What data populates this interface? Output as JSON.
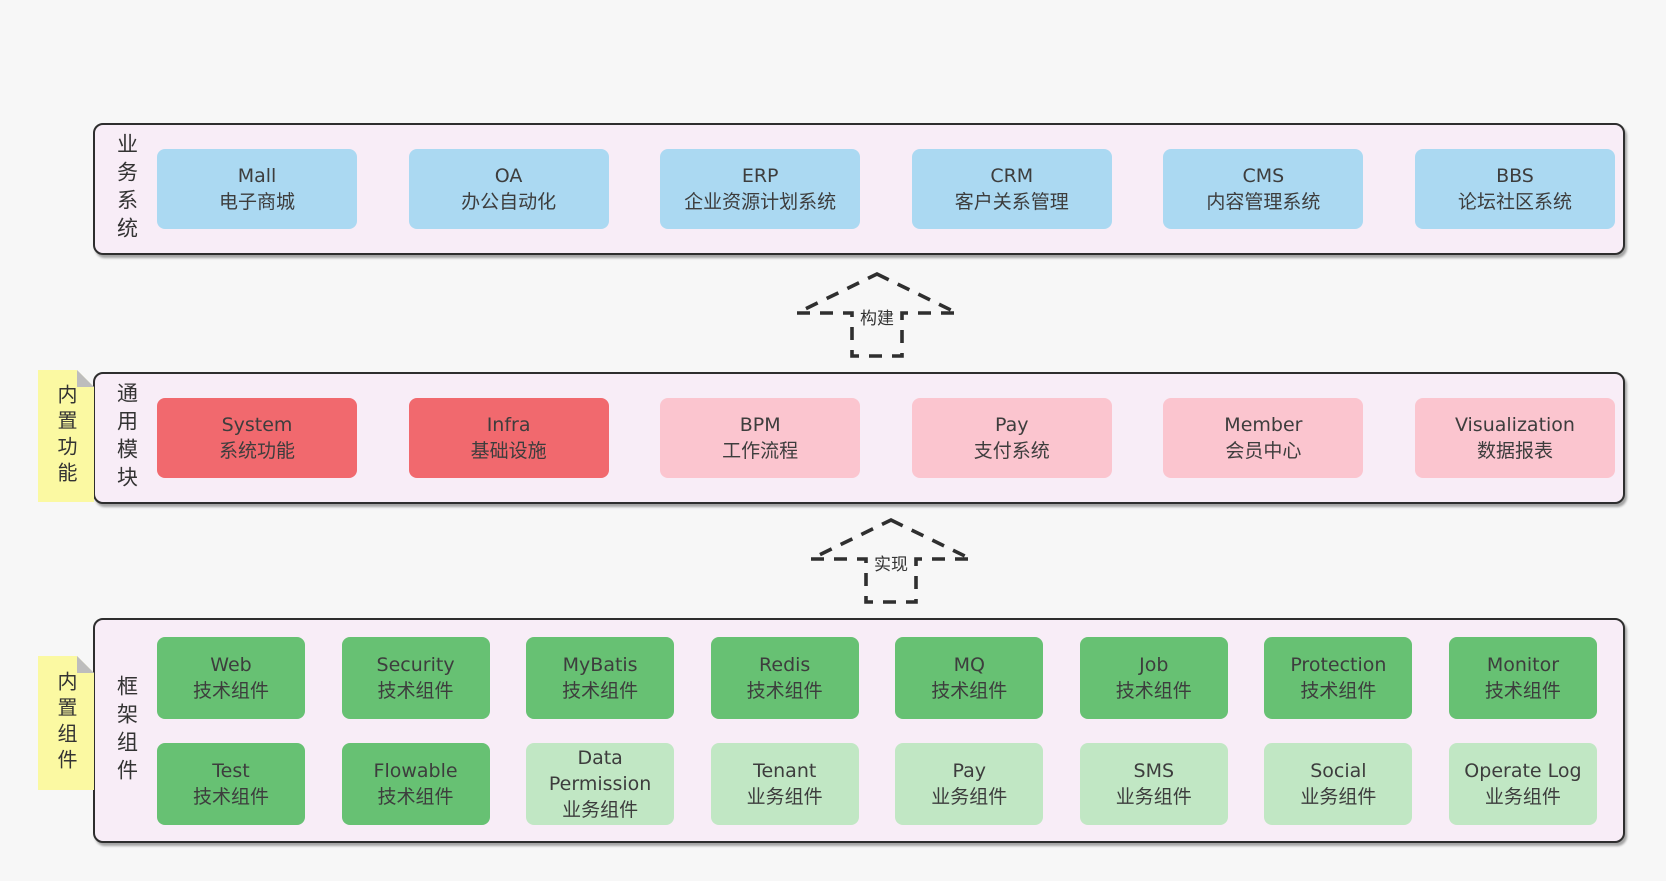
{
  "colors": {
    "page-bg": "#f7f7f7",
    "panel-bg": "#f8edf7",
    "panel-border": "#2e2e2e",
    "box-blue": "#abd9f2",
    "box-red": "#f1696e",
    "box-pink": "#fbc5cf",
    "box-green": "#67c173",
    "box-lgreen": "#c1e7c4",
    "sticky-bg": "#fbf9a2",
    "sticky-fold": "#bdbdbd",
    "ink": "#3d3d3d"
  },
  "arrows": [
    {
      "label": "构建"
    },
    {
      "label": "实现"
    }
  ],
  "sections": [
    {
      "label": "业务系统",
      "boxes": [
        {
          "name": "Mall",
          "subtitle": "电子商城"
        },
        {
          "name": "OA",
          "subtitle": "办公自动化"
        },
        {
          "name": "ERP",
          "subtitle": "企业资源计划系统"
        },
        {
          "name": "CRM",
          "subtitle": "客户关系管理"
        },
        {
          "name": "CMS",
          "subtitle": "内容管理系统"
        },
        {
          "name": "BBS",
          "subtitle": "论坛社区系统"
        }
      ]
    },
    {
      "label": "通用模块",
      "sticky": "内置功能",
      "boxes": [
        {
          "name": "System",
          "subtitle": "系统功能"
        },
        {
          "name": "Infra",
          "subtitle": "基础设施"
        },
        {
          "name": "BPM",
          "subtitle": "工作流程"
        },
        {
          "name": "Pay",
          "subtitle": "支付系统"
        },
        {
          "name": "Member",
          "subtitle": "会员中心"
        },
        {
          "name": "Visualization",
          "subtitle": "数据报表"
        }
      ]
    },
    {
      "label": "框架组件",
      "sticky": "内置组件",
      "rows": [
        [
          {
            "name": "Web",
            "subtitle": "技术组件"
          },
          {
            "name": "Security",
            "subtitle": "技术组件"
          },
          {
            "name": "MyBatis",
            "subtitle": "技术组件"
          },
          {
            "name": "Redis",
            "subtitle": "技术组件"
          },
          {
            "name": "MQ",
            "subtitle": "技术组件"
          },
          {
            "name": "Job",
            "subtitle": "技术组件"
          },
          {
            "name": "Protection",
            "subtitle": "技术组件"
          },
          {
            "name": "Monitor",
            "subtitle": "技术组件"
          }
        ],
        [
          {
            "name": "Test",
            "subtitle": "技术组件"
          },
          {
            "name": "Flowable",
            "subtitle": "技术组件"
          },
          {
            "name": "Data Permission",
            "subtitle": "业务组件"
          },
          {
            "name": "Tenant",
            "subtitle": "业务组件"
          },
          {
            "name": "Pay",
            "subtitle": "业务组件"
          },
          {
            "name": "SMS",
            "subtitle": "业务组件"
          },
          {
            "name": "Social",
            "subtitle": "业务组件"
          },
          {
            "name": "Operate Log",
            "subtitle": "业务组件"
          }
        ]
      ]
    }
  ]
}
